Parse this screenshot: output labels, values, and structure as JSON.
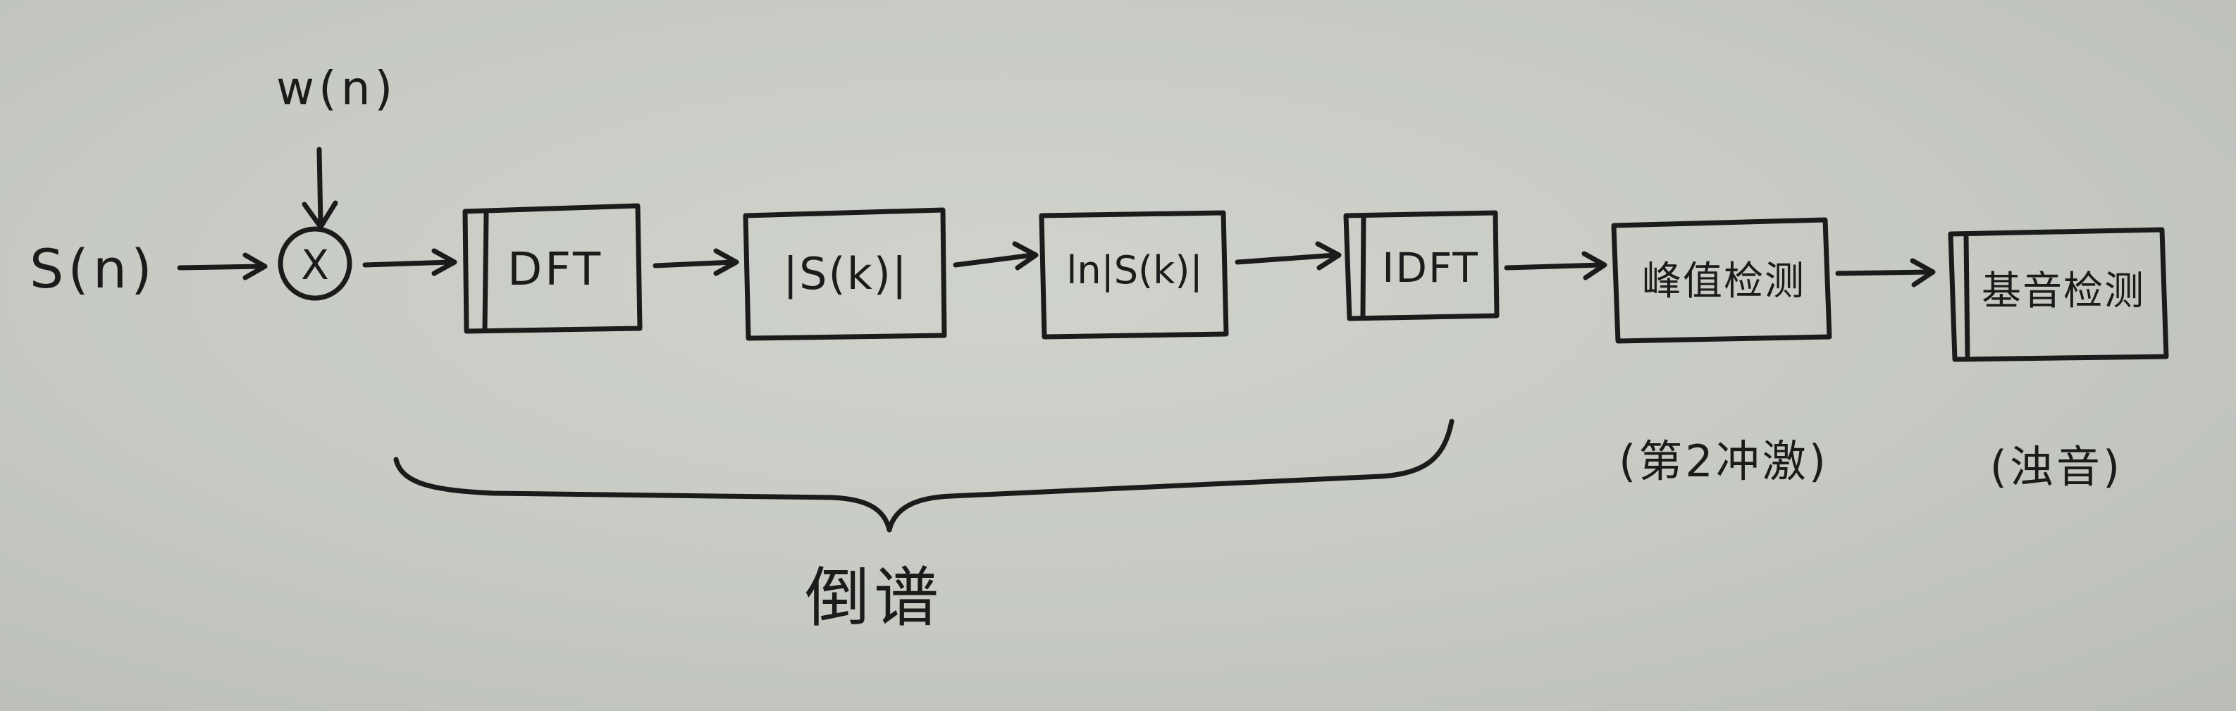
{
  "diagram": {
    "input_label": "S(n)",
    "window_label": "w(n)",
    "multiplier_symbol": "X",
    "blocks": [
      {
        "id": "dft",
        "label": "DFT"
      },
      {
        "id": "abs",
        "label": "|S(k)|"
      },
      {
        "id": "ln",
        "label": "ln|S(k)|"
      },
      {
        "id": "idft",
        "label": "IDFT"
      },
      {
        "id": "peak",
        "label": "峰值检测",
        "note": "(第2冲激)"
      },
      {
        "id": "pitch",
        "label": "基音检测",
        "note": "(浊音)"
      }
    ],
    "brace_label": "倒谱",
    "colors": {
      "ink": "#1b1b1b",
      "paper": "#c9cdc6"
    }
  }
}
